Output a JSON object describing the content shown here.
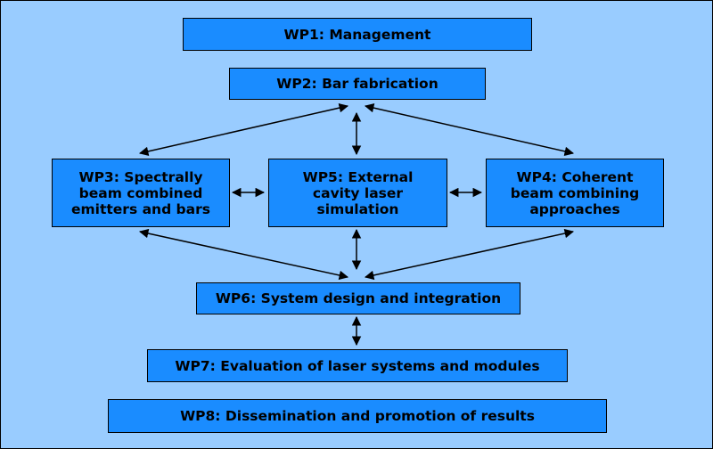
{
  "workpackages": {
    "wp1": "WP1: Management",
    "wp2": "WP2: Bar fabrication",
    "wp3": "WP3: Spectrally\nbeam combined\nemitters and bars",
    "wp5": "WP5: External\ncavity laser\nsimulation",
    "wp4": "WP4: Coherent\nbeam combining\napproaches",
    "wp6": "WP6: System design and integration",
    "wp7": "WP7: Evaluation of laser systems and modules",
    "wp8": "WP8: Dissemination and promotion of results"
  },
  "colors": {
    "background": "#99ccff",
    "box_fill": "#1a8cff",
    "box_border": "#000000",
    "arrow": "#000000"
  }
}
